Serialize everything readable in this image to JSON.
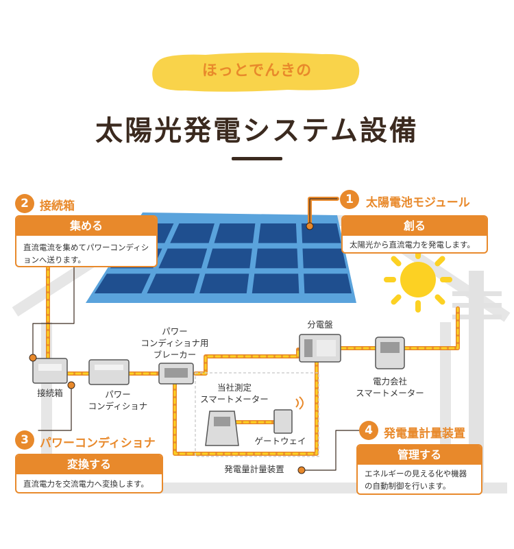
{
  "header": {
    "banner": "ほっとでんきの",
    "title": "太陽光発電システム設備"
  },
  "steps": [
    {
      "num": "1",
      "title": "太陽電池モジュール",
      "card_title": "創る",
      "card_body": "太陽光から直流電力を発電します。"
    },
    {
      "num": "2",
      "title": "接続箱",
      "card_title": "集める",
      "card_body": "直流電流を集めてパワーコンディションへ送ります。"
    },
    {
      "num": "3",
      "title": "パワーコンディショナ",
      "card_title": "変換する",
      "card_body": "直流電力を交流電力へ変換します。"
    },
    {
      "num": "4",
      "title": "発電量計量装置",
      "card_title": "管理する",
      "card_body": "エネルギーの見える化や機器の自動制御を行います。"
    }
  ],
  "labels": {
    "junction_box": "接続箱",
    "power_conditioner": "パワー\nコンディショナ",
    "pc_breaker": "パワー\nコンディショナ用\nブレーカー",
    "distribution_board": "分電盤",
    "utility_meter": "電力会社\nスマートメーター",
    "company_meter": "当社測定\nスマートメーター",
    "gateway": "ゲートウェイ",
    "metering_device": "発電量計量装置"
  },
  "colors": {
    "accent": "#e8892b",
    "banner_yellow": "#f9d34a",
    "panel_frame": "#5aa3dc",
    "panel_cell": "#1f4f8f",
    "house": "#e6e6e6",
    "sun": "#fcd123",
    "title": "#3b2a1f"
  }
}
